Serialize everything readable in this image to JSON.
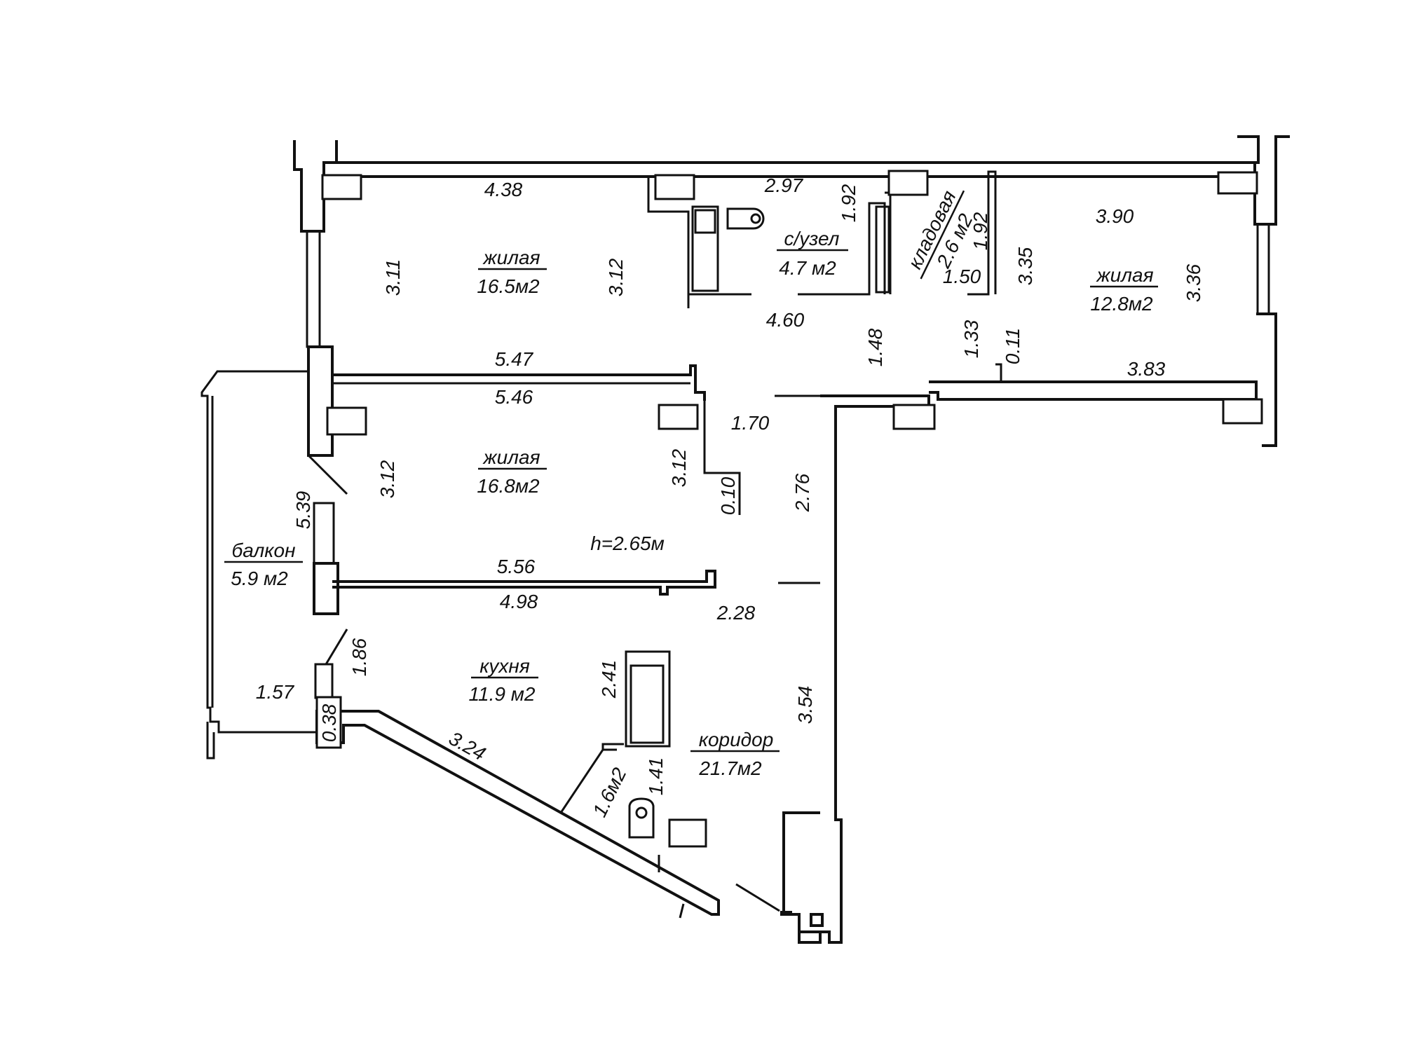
{
  "rooms": [
    {
      "name": "жилая",
      "area": "16.5м2"
    },
    {
      "name": "с/узел",
      "area": "4.7 м2"
    },
    {
      "name": "кладовая",
      "area": "2.6 м2"
    },
    {
      "name": "жилая",
      "area": "12.8м2"
    },
    {
      "name": "жилая",
      "area": "16.8м2"
    },
    {
      "name": "балкон",
      "area": "5.9 м2"
    },
    {
      "name": "кухня",
      "area": "11.9 м2"
    },
    {
      "name": "коридор",
      "area": "21.7м2"
    },
    {
      "name": "",
      "area": "1.6м2"
    }
  ],
  "ceiling_height": "h=2.65м",
  "dimensions": {
    "d438": "4.38",
    "d311": "3.11",
    "d312a": "3.12",
    "d297": "2.97",
    "d192a": "1.92",
    "d192b": "1.92",
    "d150": "1.50",
    "d335": "3.35",
    "d390": "3.90",
    "d336": "3.36",
    "d460": "4.60",
    "d148": "1.48",
    "d133": "1.33",
    "d011": "0.11",
    "d383": "3.83",
    "d547": "5.47",
    "d546": "5.46",
    "d312b": "3.12",
    "d312c": "3.12",
    "d170": "1.70",
    "d010": "0.10",
    "d276": "2.76",
    "d539": "5.39",
    "d556": "5.56",
    "d498": "4.98",
    "d228": "2.28",
    "d186": "1.86",
    "d157": "1.57",
    "d038": "0.38",
    "d241": "2.41",
    "d354": "3.54",
    "d324": "3.24",
    "d141": "1.41"
  }
}
